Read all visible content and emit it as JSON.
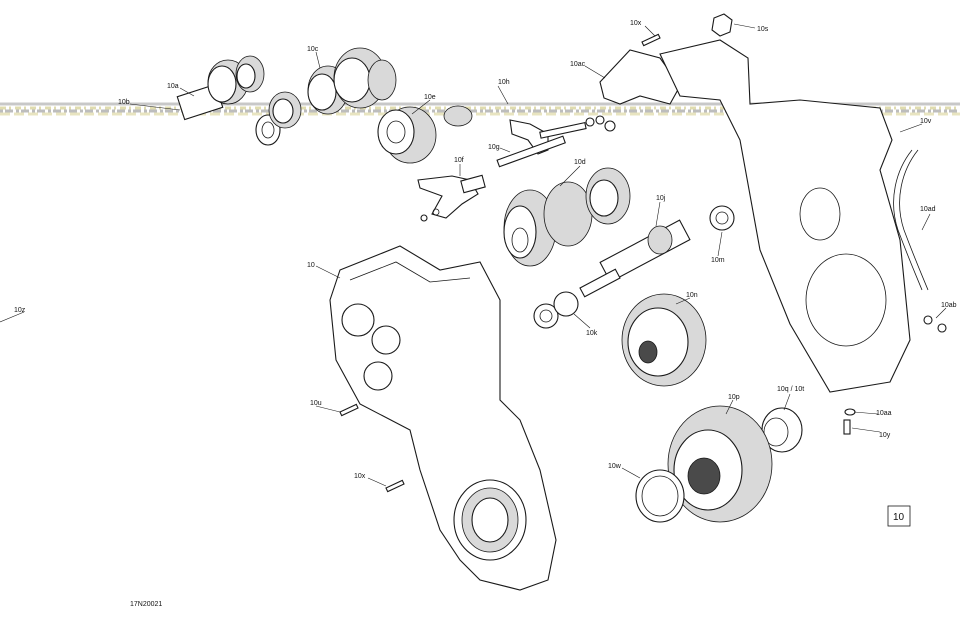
{
  "diagram_ref": "17N20021",
  "group_number": "10",
  "callouts": [
    {
      "id": "10x_top",
      "text": "10x"
    },
    {
      "id": "10s",
      "text": "10s"
    },
    {
      "id": "10c",
      "text": "10c"
    },
    {
      "id": "10ac",
      "text": "10ac"
    },
    {
      "id": "10a",
      "text": "10a"
    },
    {
      "id": "10h",
      "text": "10h"
    },
    {
      "id": "10b",
      "text": "10b"
    },
    {
      "id": "10e",
      "text": "10e"
    },
    {
      "id": "10v",
      "text": "10v"
    },
    {
      "id": "10g",
      "text": "10g"
    },
    {
      "id": "10f",
      "text": "10f"
    },
    {
      "id": "10d",
      "text": "10d"
    },
    {
      "id": "10j",
      "text": "10j"
    },
    {
      "id": "10ad",
      "text": "10ad"
    },
    {
      "id": "10",
      "text": "10"
    },
    {
      "id": "10m",
      "text": "10m"
    },
    {
      "id": "10n",
      "text": "10n"
    },
    {
      "id": "10z",
      "text": "10z"
    },
    {
      "id": "10k",
      "text": "10k"
    },
    {
      "id": "10ab",
      "text": "10ab"
    },
    {
      "id": "10q10t",
      "text": "10q / 10t"
    },
    {
      "id": "10p",
      "text": "10p"
    },
    {
      "id": "10u",
      "text": "10u"
    },
    {
      "id": "10aa",
      "text": "10aa"
    },
    {
      "id": "10y",
      "text": "10y"
    },
    {
      "id": "10w",
      "text": "10w"
    },
    {
      "id": "10x_bottom",
      "text": "10x"
    }
  ]
}
